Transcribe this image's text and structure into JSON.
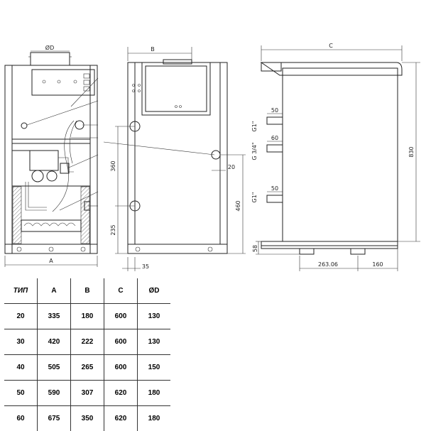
{
  "front_view": {
    "dim_flue": "ØD",
    "dim_width": "A"
  },
  "side_view": {
    "dim_width": "B",
    "dim_360": "360",
    "dim_20": "20",
    "dim_460": "460",
    "dim_235": "235",
    "dim_35": "35"
  },
  "right_view": {
    "dim_depth": "C",
    "dim_height": "830",
    "dim_50_top": "50",
    "dim_60": "60",
    "dim_50_low": "50",
    "dim_58": "58",
    "pipe_g1_top": "G1\"",
    "pipe_g34": "G 3/4\"",
    "pipe_g1_low": "G1\"",
    "dim_263": "263.06",
    "dim_160": "160"
  },
  "table": {
    "headers": [
      "ТИП",
      "A",
      "B",
      "C",
      "ØD"
    ],
    "rows": [
      [
        "20",
        "335",
        "180",
        "600",
        "130"
      ],
      [
        "30",
        "420",
        "222",
        "600",
        "130"
      ],
      [
        "40",
        "505",
        "265",
        "600",
        "150"
      ],
      [
        "50",
        "590",
        "307",
        "620",
        "180"
      ],
      [
        "60",
        "675",
        "350",
        "620",
        "180"
      ]
    ]
  }
}
